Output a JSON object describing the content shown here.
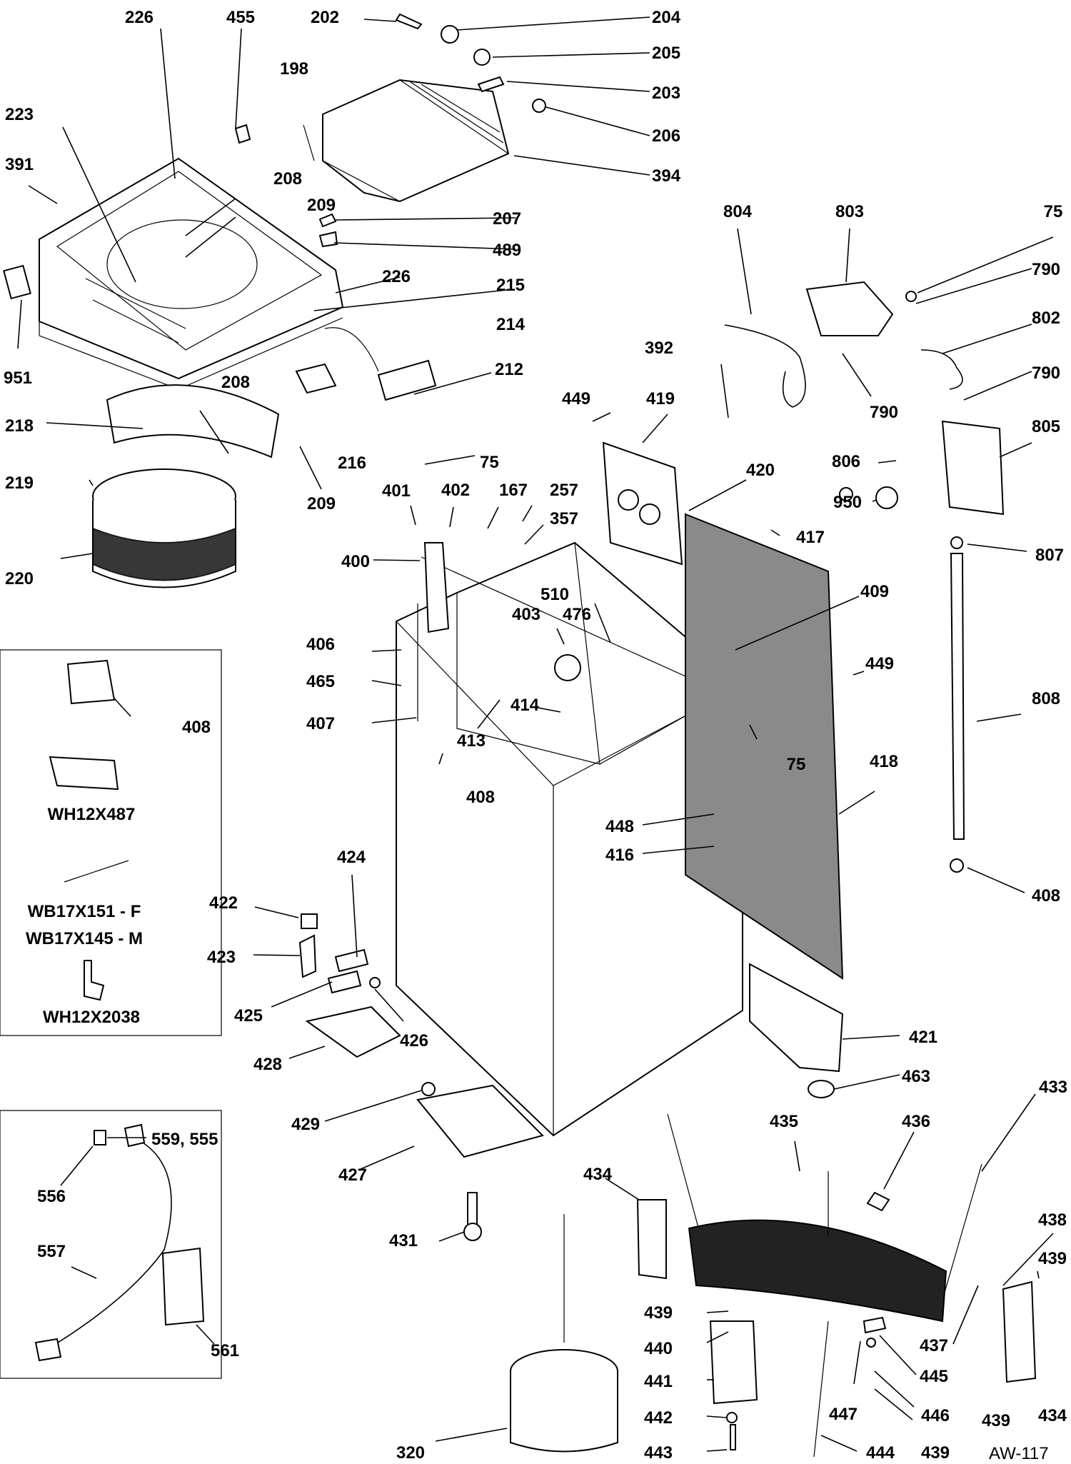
{
  "diagram": {
    "type": "exploded-parts-diagram",
    "drawing_code": "AW-117",
    "labels": {
      "l226a": "226",
      "l455": "455",
      "l202": "202",
      "l204": "204",
      "l205": "205",
      "l203": "203",
      "l206": "206",
      "l394": "394",
      "l198": "198",
      "l223": "223",
      "l391": "391",
      "l208a": "208",
      "l209a": "209",
      "l207": "207",
      "l489": "489",
      "l226b": "226",
      "l215": "215",
      "l214": "214",
      "l951": "951",
      "l212": "212",
      "l208b": "208",
      "l218": "218",
      "l216": "216",
      "l75a": "75",
      "l219": "219",
      "l209b": "209",
      "l220": "220",
      "l804": "804",
      "l803": "803",
      "l75b": "75",
      "l790a": "790",
      "l802": "802",
      "l790b": "790",
      "l790c": "790",
      "l805": "805",
      "l392": "392",
      "l449a": "449",
      "l419": "419",
      "l806": "806",
      "l950": "950",
      "l420": "420",
      "l417": "417",
      "l807": "807",
      "l401": "401",
      "l402": "402",
      "l167": "167",
      "l257": "257",
      "l357": "357",
      "l400": "400",
      "l510": "510",
      "l403": "403",
      "l476": "476",
      "l409": "409",
      "l406": "406",
      "l465": "465",
      "l449b": "449",
      "l407": "407",
      "l414": "414",
      "l413": "413",
      "l808": "808",
      "l408a": "408",
      "l408b": "408",
      "l75c": "75",
      "l418": "418",
      "l448": "448",
      "l416": "416",
      "l408c": "408",
      "l424": "424",
      "l422": "422",
      "l423": "423",
      "l425": "425",
      "l426": "426",
      "l428": "428",
      "l421": "421",
      "l463": "463",
      "l429": "429",
      "l427": "427",
      "l559": "559, 555",
      "l556": "556",
      "l433": "433",
      "l435": "435",
      "l436": "436",
      "l434a": "434",
      "l557": "557",
      "l431": "431",
      "l438": "438",
      "l439a": "439",
      "l439b": "439",
      "l440": "440",
      "l441": "441",
      "l437": "437",
      "l445": "445",
      "l561": "561",
      "l447": "447",
      "l446": "446",
      "l434b": "434",
      "l439c": "439",
      "l442": "442",
      "l439d": "439",
      "l320": "320",
      "l443": "443",
      "l444": "444"
    },
    "inset_kits": {
      "kit1": "WH12X487",
      "kit2": "WB17X151 - F",
      "kit3": "WB17X145 - M",
      "kit4": "WH12X2038"
    }
  }
}
